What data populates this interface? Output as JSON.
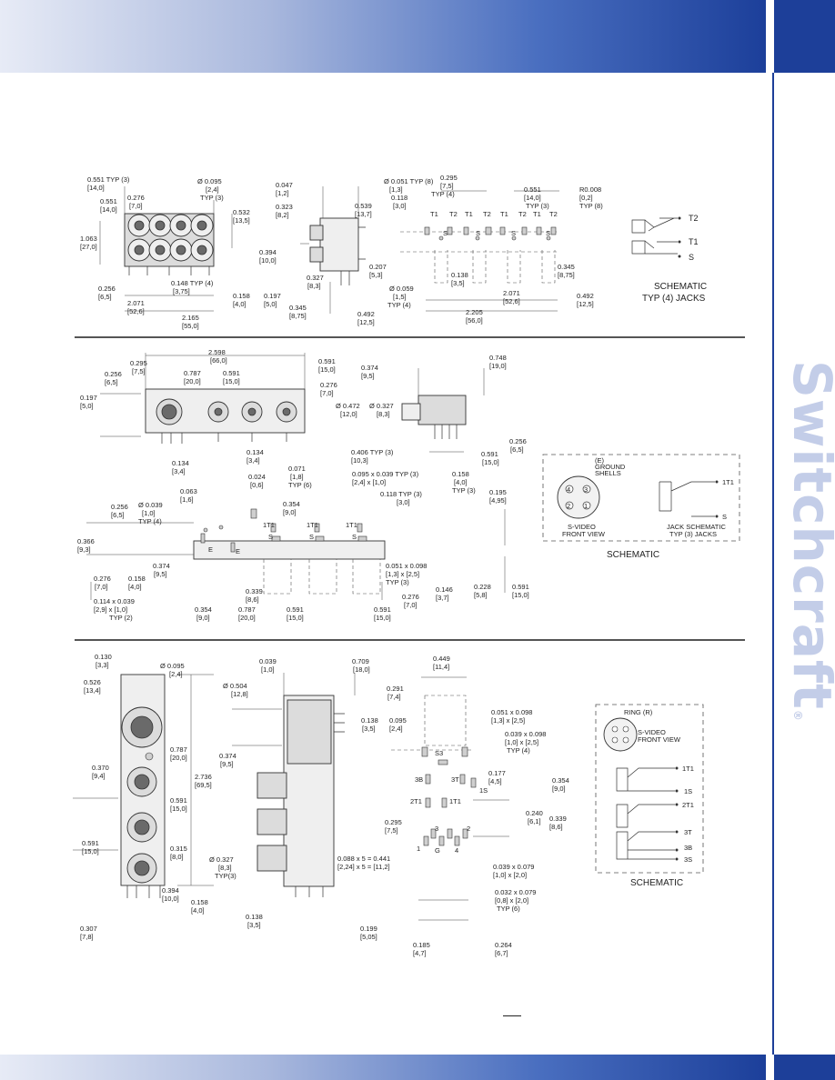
{
  "brand": {
    "name": "Switchcraft",
    "registered": "®"
  },
  "section1": {
    "front_dims": [
      "0.551 TYP (3)",
      "[14,0]",
      "0.551",
      "[14,0]",
      "0.276",
      "[7,0]",
      "1.063",
      "[27,0]",
      "0.256",
      "[6,5]",
      "0.148 TYP (4)",
      "[3,75]",
      "2.071",
      "[52,6]",
      "2.165",
      "[55,0]",
      "0.532",
      "[13,5]",
      "0.158",
      "[4,0]"
    ],
    "dia_front": [
      "Ø 0.095",
      "[2,4]",
      "TYP (3)"
    ],
    "side_dims": [
      "0.047",
      "[1,2]",
      "0.323",
      "[8,2]",
      "0.539",
      "[13,7]",
      "0.394",
      "[10,0]",
      "0.327",
      "[8,3]",
      "0.197",
      "[5,0]",
      "0.345",
      "[8,75]",
      "0.492",
      "[12,5]"
    ],
    "pcb_dims": [
      "Ø 0.051 TYP (8)",
      "[1,3]",
      "0.118",
      "[3,0]",
      "0.295",
      "[7,5]",
      "TYP (4)",
      "0.551",
      "[14,0]",
      "TYP (3)",
      "R0.008",
      "[0,2]",
      "TYP (8)",
      "0.207",
      "[5,3]",
      "Ø 0.059",
      "[1,5]",
      "TYP (4)",
      "0.138",
      "[3,5]",
      "2.071",
      "[52,6]",
      "2.205",
      "[56,0]",
      "0.345",
      "[8,75]",
      "0.492",
      "[12,5]"
    ],
    "pin_labels": [
      "T1",
      "T2",
      "T1",
      "T2",
      "T1",
      "T2",
      "T1",
      "T2",
      "S",
      "S",
      "S",
      "S"
    ],
    "schematic": {
      "labels": [
        "T2",
        "T1",
        "S"
      ],
      "title_line1": "SCHEMATIC",
      "title_line2": "TYP (4) JACKS"
    }
  },
  "section2": {
    "front_dims": [
      "2.598",
      "[66,0]",
      "0.295",
      "[7,5]",
      "0.256",
      "[6,5]",
      "0.197",
      "[5,0]",
      "0.787",
      "[20,0]",
      "0.591",
      "[15,0]",
      "0.591",
      "[15,0]",
      "0.276",
      "[7,0]"
    ],
    "side_dims": [
      "0.374",
      "[9,5]",
      "0.748",
      "[19,0]",
      "Ø 0.472",
      "[12,0]",
      "Ø 0.327",
      "[8,3]",
      "0.256",
      "[6,5]",
      "0.591",
      "[15,0]"
    ],
    "pcb_dims": [
      "0.134",
      "[3,4]",
      "0.134",
      "[3,4]",
      "0.024",
      "[0,6]",
      "0.063",
      "[1,6]",
      "0.071",
      "[1,8]",
      "TYP (6)",
      "0.406 TYP (3)",
      "[10,3]",
      "0.095 x 0.039 TYP (3)",
      "[2,4] x [1,0]",
      "0.118 TYP (3)",
      "[3,0]",
      "0.158",
      "[4,0]",
      "TYP (3)",
      "0.195",
      "[4,95]",
      "Ø 0.039",
      "[1,0]",
      "TYP (4)",
      "0.256",
      "[6,5]",
      "0.354",
      "[9,0]",
      "0.366",
      "[9,3]",
      "0.374",
      "[9,5]",
      "0.276",
      "[7,0]",
      "0.158",
      "[4,0]",
      "0.114 x 0.039",
      "[2,9] x [1,0]",
      "TYP (2)",
      "0.339",
      "[8,6]",
      "0.354",
      "[9,0]",
      "0.787",
      "[20,0]",
      "0.591",
      "[15,0]",
      "0.591",
      "[15,0]",
      "0.276",
      "[7,0]",
      "0.146",
      "[3,7]",
      "0.228",
      "[5,8]",
      "0.591",
      "[15,0]",
      "0.051 x 0.098",
      "[1,3] x [2,5]",
      "TYP (3)"
    ],
    "pin_labels": [
      "1T1",
      "1T1",
      "1T1",
      "S",
      "S",
      "S",
      "E",
      "E"
    ],
    "schematic": {
      "ground_line1": "(E)",
      "ground_line2": "GROUND",
      "ground_line3": "SHELLS",
      "svideo_line1": "S-VIDEO",
      "svideo_line2": "FRONT VIEW",
      "jack_line1": "JACK SCHEMATIC",
      "jack_line2": "TYP (3) JACKS",
      "pins": [
        "4",
        "3",
        "2",
        "1"
      ],
      "labels": [
        "1T1",
        "S"
      ],
      "title": "SCHEMATIC"
    }
  },
  "section3": {
    "side_dims": [
      "0.130",
      "[3,3]",
      "0.526",
      "[13,4]",
      "Ø 0.095",
      "[2,4]",
      "0.787",
      "[20,0]",
      "0.370",
      "[9,4]",
      "0.591",
      "[15,0]",
      "2.736",
      "[69,5]",
      "0.591",
      "[15,0]",
      "0.315",
      "[8,0]",
      "0.394",
      "[10,0]",
      "0.158",
      "[4,0]",
      "0.307",
      "[7,8]"
    ],
    "middle_dims": [
      "0.039",
      "[1,0]",
      "0.709",
      "[18,0]",
      "Ø 0.504",
      "[12,8]",
      "0.374",
      "[9,5]",
      "Ø 0.327",
      "[8,3]",
      "TYP(3)",
      "0.138",
      "[3,5]"
    ],
    "pcb_dims": [
      "0.449",
      "[11,4]",
      "0.291",
      "[7,4]",
      "0.051 x 0.098",
      "[1,3] x [2,5]",
      "0.138",
      "[3,5]",
      "0.095",
      "[2,4]",
      "0.039 x 0.098",
      "[1,0] x [2,5]",
      "TYP (4)",
      "0.177",
      "[4,5]",
      "0.354",
      "[9,0]",
      "0.240",
      "[6,1]",
      "0.339",
      "[8,6]",
      "0.295",
      "[7,5]",
      "0.088 x 5 = 0.441",
      "[2,24] x 5 = [11,2]",
      "0.039 x 0.079",
      "[1,0] x [2,0]",
      "0.032 x 0.079",
      "[0,8] x [2,0]",
      "TYP (6)",
      "0.199",
      "[5,05]",
      "0.185",
      "[4,7]",
      "0.264",
      "[6,7]"
    ],
    "pin_labels": [
      "S3",
      "3B",
      "3T",
      "1S",
      "2T1",
      "1T1",
      "3",
      "2",
      "1",
      "G",
      "4"
    ],
    "schematic": {
      "ring_label": "RING (R)",
      "svideo_line1": "S-VIDEO",
      "svideo_line2": "FRONT VIEW",
      "labels": [
        "1T1",
        "1S",
        "2T1",
        "3T",
        "3B",
        "3S"
      ],
      "title": "SCHEMATIC"
    }
  }
}
